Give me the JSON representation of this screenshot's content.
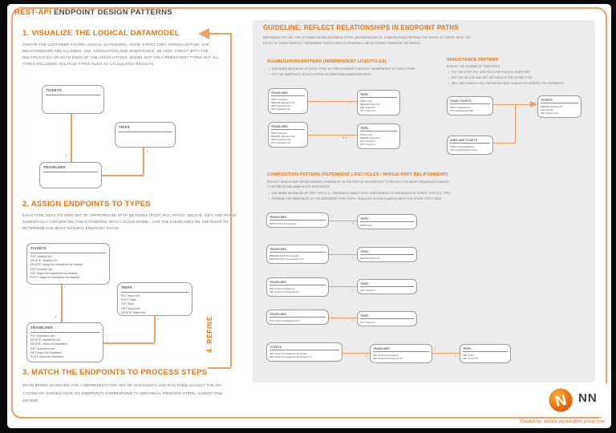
{
  "title": {
    "accent": "REST-API",
    "rest": "ENDPOINT DESIGN PATTERNS"
  },
  "colors": {
    "accent": "#EE7411",
    "connector": "#F2A063",
    "panel_bg": "#ECECEC",
    "credit": "#E85C10"
  },
  "mult": {
    "star": "*",
    "one": "1",
    "zero_one": "0..1"
  },
  "refine_label": "4. REFINE",
  "credit": "Created by: patrick.savalle@nn-group.com",
  "logo": {
    "text": "NN",
    "n": "N"
  },
  "s1": {
    "heading": "1. VISUALIZE THE LOGICAL DATAMODEL",
    "body": [
      "CREATE THE CUSTOMER FACING LOGICAL DATAMODEL. AVOID STRICT (3NF) NORMALIZATION, N:M",
      "RELATIONSHIPS ARE ALLOWED. USE ASSOCIATION AND INHERITANCE. BE VERY STRICT WITH THE",
      "MULTIPLICITIES ON BOTH ENDS OF THE ASSOCIATIONS. MODEL NOT ONLY PERSISTENT TYPES BUT ALL",
      "TYPES INCLUDING VOLATILE TYPES SUCH AS CALCULATED RESULTS."
    ],
    "tickets": {
      "title": "TICKETS"
    },
    "trips": {
      "title": "TRIPS"
    },
    "travelers": {
      "title": "TRAVELERS"
    }
  },
  "s2": {
    "heading": "2. ASSIGN ENDPOINTS TO TYPES",
    "body": [
      "EACH TYPE GETS ITS OWN SET OF APPROPRIATE HTTP-METHODS (POST, PUT, PATCH, DELETE, GET) AND PATHS.",
      "ESSENTIALLY CONVERTING THE DATAMODEL INTO A CLASS-MODEL. USE THE GUIDELINES ON THE RIGHT TO",
      "DETERMINE THE MOST NATURAL ENDPOINT PATHS."
    ],
    "tickets": {
      "title": "TICKETS",
      "lines": [
        "PUT /tickets/<id>",
        "DELETE /tickets/<id>",
        "DELETE /trips/<id>/travelers/<id>/tickets",
        "GET /tickets/<id>",
        "GET /trips/<id>/travelers/<id>/tickets",
        "POST /trips/<id>/travelers/<id>/tickets"
      ]
    },
    "trips": {
      "title": "TRIPS",
      "lines": [
        "PUT /trips/<id>",
        "POST /trips",
        "GET /trips",
        "GET /trips/<id>",
        "DELETE /trips/<id>"
      ]
    },
    "travelers": {
      "title": "TRAVELERS",
      "lines": [
        "PUT /travelers/<id>",
        "DELETE /travelers/<id>",
        "DELETE /trips/<id>/travelers",
        "GET /travelers/<id>",
        "GET /trips/<id>/travelers",
        "POST /trips/<id>/travelers"
      ]
    }
  },
  "s3": {
    "heading": "3. MATCH THE ENDPOINTS TO PROCESS STEPS",
    "body": [
      "DRAW BPMN2 DIAGRAMS FOR A REPRESENTATIVE SET OF SCENARIO'S AND RUN THEM AGAINST THE API.",
      "A GOOD API SHOULD HAVE ITS ENDPOINTS CORRESPOND TO INDIVIDUAL PROCESS STEPS, ALMOST ONE-",
      "ON-ONE."
    ]
  },
  "guideline": {
    "heading": "GUIDELINE: REFLECT RELATIONSHIPS IN ENDPOINT PATHS",
    "intro": [
      "DEPENDING ON THE TYPE OF ASSOCIATION BETWEEN TYPES (AGGREGATION VS. COMPOSITION) PREPEND THE PATHS OF 'PARTS' WITH THE",
      "PATHS OF THEIR 'WHOLES'. DEPENDENT PARTS SHOULD GENERALLY BE ACCESSED THROUGH THE WHOLE."
    ],
    "aggregation": {
      "heading": "AGGREGATION-PATTERN (INDEPENDENT LIFECYCLES)",
      "bullets": [
        "USE WHEN INSTANCES OF BOTH TYPES IN A RELATIONSHIP CAN EXIST INDEPENDENT OF EACH OTHER",
        "PUT THE ENDPOINTS OF BOTH TYPES IN THEIR OWN NAMESPACE/PATH"
      ],
      "travelers": {
        "title": "TRAVELERS",
        "lines": [
          "POST /travelers",
          "DELETE /travelers/<id>",
          "GET /travelers/<id>",
          "PUT /travelers/<id>"
        ]
      },
      "trips": {
        "title": "TRIPS",
        "lines": [
          "POST /trips",
          "DELETE /trips/<id>",
          "GET /trips/<id>",
          "PUT /trips/<id>"
        ]
      }
    },
    "inheritance": {
      "heading": "INHERITANCE-PATTERN",
      "intro": "REDUCE THE NUMBER OF ENDPOINTS.",
      "bullets": [
        "PUT THE POST, PUT AND PATCH METHODS IN SUBTYPES.",
        "PUT THE DELETE AND GET METHODS IN THE SUPER-TYPE.",
        "WILL ONLY WORK IF ALL INSTANCES HAVE UNIQUE ID'S ACROSS THE HIERARCHY."
      ],
      "train": {
        "title": "TRAIN TICKETS",
        "lines": [
          "POST /tickets/trains",
          "PUT /tickets/trains/<id>"
        ]
      },
      "airplane": {
        "title": "AIRPLANE TICKETS",
        "lines": [
          "POST /tickets/airplanes",
          "PUT /tickets/airplanes/<id>"
        ]
      },
      "tickets": {
        "title": "TICKETS",
        "lines": [
          "DELETE /tickets/<id>",
          "GET /tickets",
          "GET /tickets/<id>"
        ]
      }
    },
    "composition": {
      "heading": "COMPOSITION-PATTERN (DEPENDENT LIFECYCLES / WHOLE-PART RELATIONSHIP)",
      "intro": [
        "REFLECT WHOLE-PART RELATIONSHIPS / HIERARCHY IN THE PATH OF AN ENDPOINT TO REFLECT THE RIGHT SEQUENCE IN WHICH",
        "TO RETRIEVE AND MANIPULATE RESOURCES."
      ],
      "bullets": [
        "USE WHEN INSTANCES OF ONE TYPE (E.G. TRAVELER) CANNOT EXIST INDEPENDENT OF INSTANCES OF OTHER TYPE (E.G. TRIP)",
        "PREPEND THE ENDPOINTS OF THE DEPENDENT TYPE (TYPE: TRAVELER IN THIS EXAMPLE) WITH THE OTHER TYPE'S PATH"
      ],
      "rows": [
        {
          "left": {
            "title": "TRAVELERS",
            "lines": [
              "POST /trips/<id>/travelers"
            ]
          },
          "right": {
            "title": "TRIPS",
            "lines": [
              "POST /trips"
            ]
          }
        },
        {
          "left": {
            "title": "TRAVELERS",
            "lines": [
              "DELETE /trips/<id>/travelers",
              "DELETE /trips/<id>/travelers/<id>"
            ]
          },
          "right": {
            "title": "TRIPS",
            "lines": [
              "DELETE /trips/<id>"
            ]
          }
        },
        {
          "left": {
            "title": "TRAVELERS",
            "lines": [
              "GET /trips/<id>/travelers",
              "GET /trips/<id>/travelers/<id>"
            ]
          },
          "right": {
            "title": "TRIPS",
            "lines": [
              "GET /trips/<id>"
            ]
          }
        },
        {
          "left": {
            "title": "TRAVELERS",
            "lines": [
              "PUT /trips/<id>/travelers/<id>"
            ]
          },
          "right": {
            "title": "TRIPS",
            "lines": [
              "PUT /trips/<id>"
            ]
          }
        }
      ],
      "chain": {
        "tickets": {
          "title": "TICKETS",
          "lines": [
            "GET /trips/<id>/travelers/<id>/tickets",
            "GET /trips/<id>/travelers/<id>/tickets/<id>"
          ]
        },
        "travelers": {
          "title": "TRAVELERS",
          "lines": [
            "GET /trips/<id>/travelers",
            "GET /trips/<id>/travelers/<id>"
          ]
        },
        "trips": {
          "title": "TRIPS",
          "lines": [
            "GET /trips",
            "GET /trips/<id>"
          ]
        }
      }
    }
  }
}
